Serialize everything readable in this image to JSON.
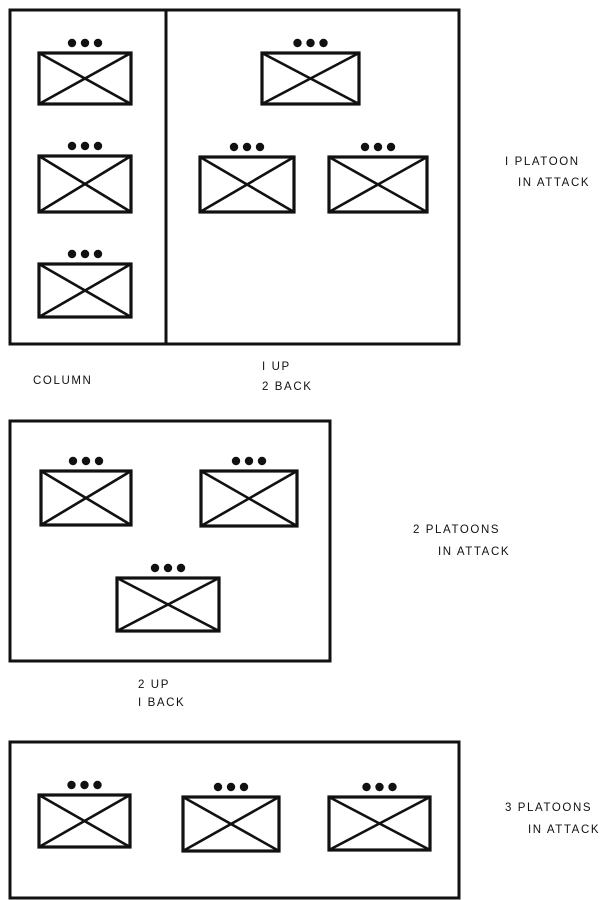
{
  "panels": [
    {
      "label_lines": [
        "I PLATOON",
        "IN ATTACK"
      ],
      "sub_formations": [
        {
          "caption_lines": [
            "COLUMN"
          ]
        },
        {
          "caption_lines": [
            "I UP",
            "2 BACK"
          ]
        }
      ]
    },
    {
      "label_lines": [
        "2 PLATOONS",
        "IN ATTACK"
      ],
      "caption_lines": [
        "2 UP",
        "I BACK"
      ]
    },
    {
      "label_lines": [
        "3 PLATOONS",
        "IN ATTACK"
      ]
    }
  ],
  "unit_symbol": {
    "name": "infantry-platoon-symbol",
    "size_indicator": "•••"
  }
}
